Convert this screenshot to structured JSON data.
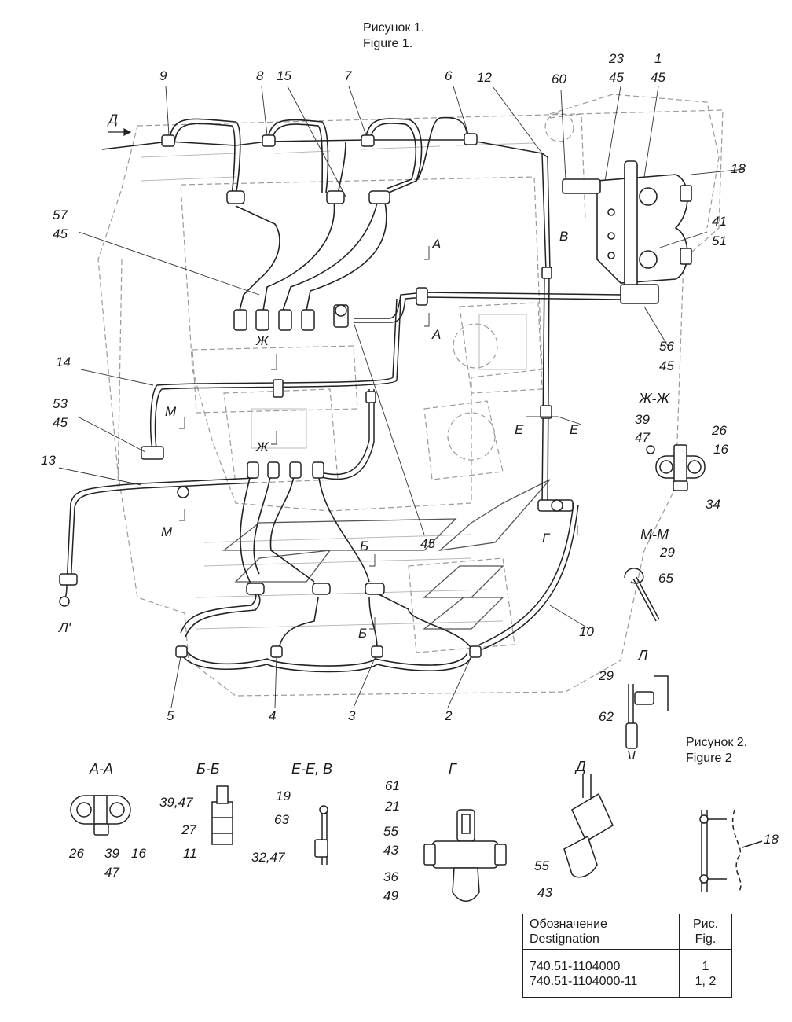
{
  "figure1": {
    "title_ru": "Рисунок 1.",
    "title_en": "Figure 1."
  },
  "figure2": {
    "title_ru": "Рисунок 2.",
    "title_en": "Figure 2"
  },
  "callouts": {
    "c9": "9",
    "c8": "8",
    "c15": "15",
    "c7": "7",
    "c6": "6",
    "c12": "12",
    "c60": "60",
    "c23": "23",
    "c45a": "45",
    "c1": "1",
    "c45b": "45",
    "c18": "18",
    "c57": "57",
    "c45c": "45",
    "c41": "41",
    "c51": "51",
    "cB": "В",
    "c56": "56",
    "c45d": "45",
    "c14": "14",
    "c53": "53",
    "c45e": "45",
    "c13": "13",
    "c45f": "45",
    "c10": "10",
    "c5": "5",
    "c4": "4",
    "c3": "3",
    "c2": "2",
    "cD": "Д",
    "cL1": "Л'"
  },
  "cut_marks": {
    "A_top": "А",
    "A_bottom": "А",
    "Zh_top": "Ж",
    "Zh_bottom": "Ж",
    "M_top": "М",
    "M_bottom": "М",
    "E_left": "Е",
    "E_right": "Е",
    "B_top": "Б",
    "B_bottom": "Б",
    "G": "Г"
  },
  "section_ZhZh": {
    "title": "Ж-Ж",
    "n39": "39",
    "n47": "47",
    "n26": "26",
    "n16": "16",
    "n34": "34"
  },
  "section_MM": {
    "title": "М-М",
    "n29": "29",
    "n65": "65"
  },
  "view_L": {
    "title": "Л",
    "n29": "29",
    "n62": "62"
  },
  "section_AA": {
    "title": "А-А",
    "n26": "26",
    "n39": "39",
    "n47": "47",
    "n16": "16"
  },
  "section_BB": {
    "title": "Б-Б",
    "n3947": "39,47",
    "n27": "27",
    "n11": "11"
  },
  "section_EE": {
    "title": "Е-Е, В",
    "n19": "19",
    "n63": "63",
    "n3247": "32,47"
  },
  "view_G": {
    "title": "Г",
    "n61": "61",
    "n21": "21",
    "n55": "55",
    "n43": "43",
    "n36": "36",
    "n49": "49"
  },
  "view_D": {
    "title": "Д",
    "n55": "55",
    "n43": "43"
  },
  "fig2_detail": {
    "n18": "18"
  },
  "spec_table": {
    "header_ru": "Обозначение",
    "header_en": "Destignation",
    "fig_ru": "Рис.",
    "fig_en": "Fig.",
    "rows": [
      {
        "designation": "740.51-1104000",
        "fig": "1"
      },
      {
        "designation": "740.51-1104000-11",
        "fig": "1, 2"
      }
    ]
  }
}
